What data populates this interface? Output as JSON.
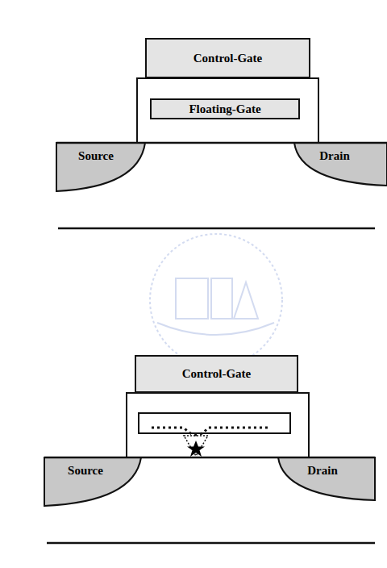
{
  "diagram": {
    "nodes": [
      {
        "text": [
          "Control-Gate"
        ]
      },
      {
        "text": [
          "Floating-Gate"
        ]
      },
      {
        "text": [
          "Source"
        ]
      },
      {
        "text": [
          "Drain"
        ]
      },
      {
        "text": [
          "Control-Gate"
        ]
      },
      {
        "text": [
          "Source"
        ]
      },
      {
        "text": [
          "Drain"
        ]
      }
    ]
  }
}
